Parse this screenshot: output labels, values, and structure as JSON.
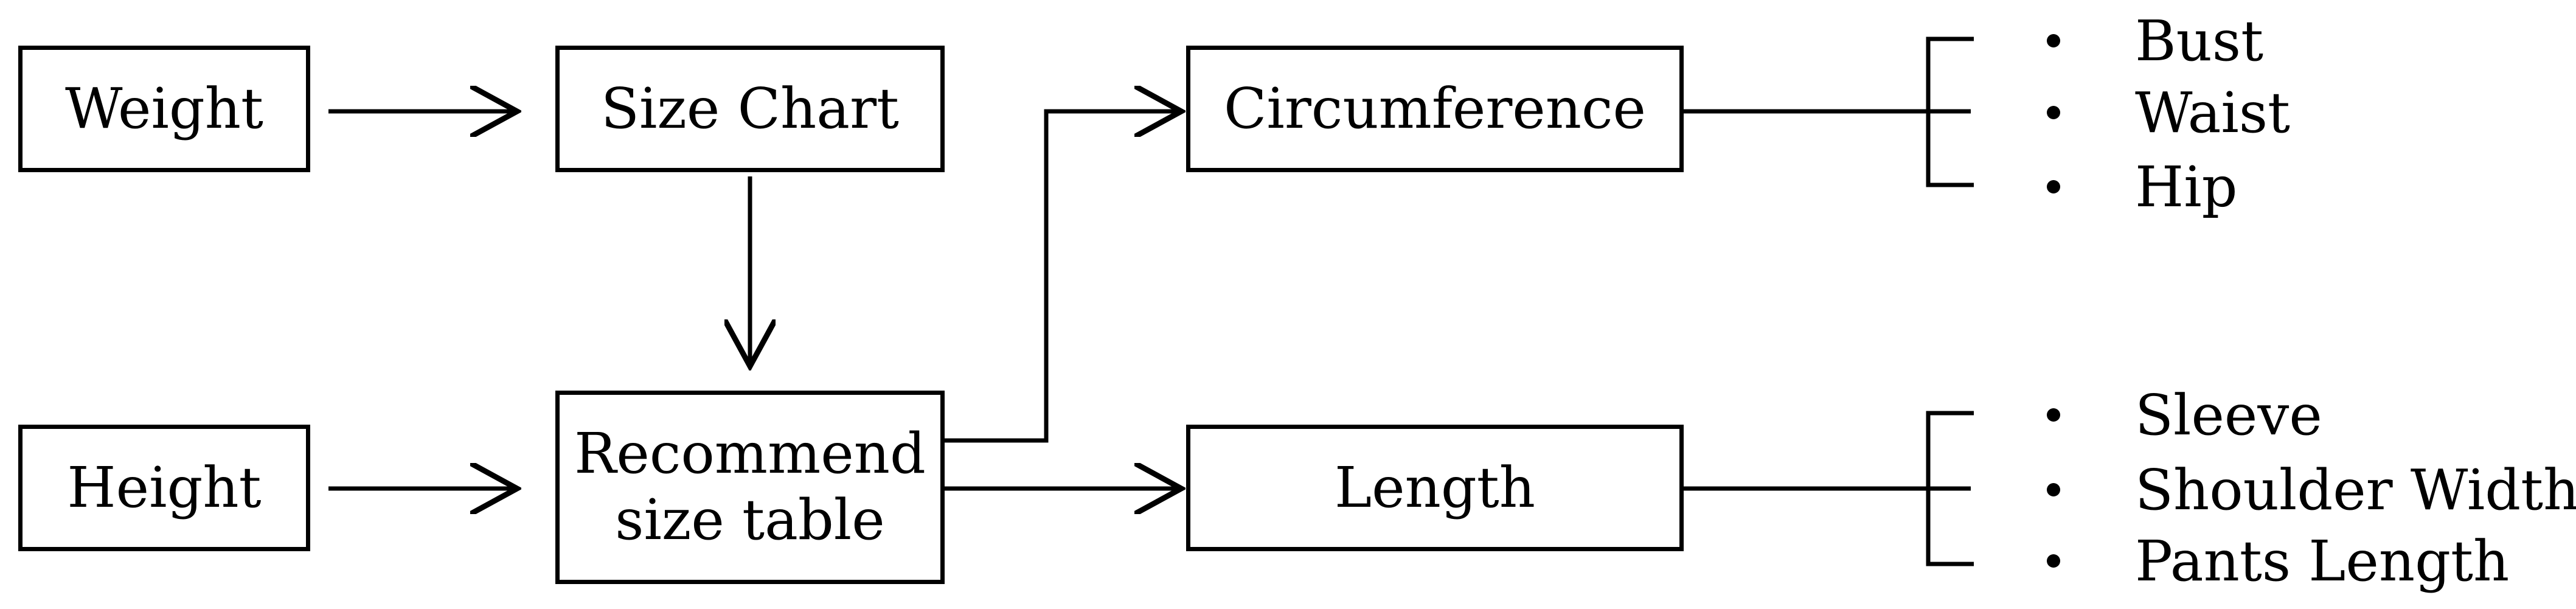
{
  "nodes": {
    "weight": "Weight",
    "height": "Height",
    "size_chart": "Size Chart",
    "recommend_line1": "Recommend",
    "recommend_line2": "size table",
    "circumference": "Circumference",
    "length": "Length"
  },
  "circumference_items": [
    "Bust",
    "Waist",
    "Hip"
  ],
  "length_items": [
    "Sleeve",
    "Shoulder Width",
    "Pants Length"
  ]
}
